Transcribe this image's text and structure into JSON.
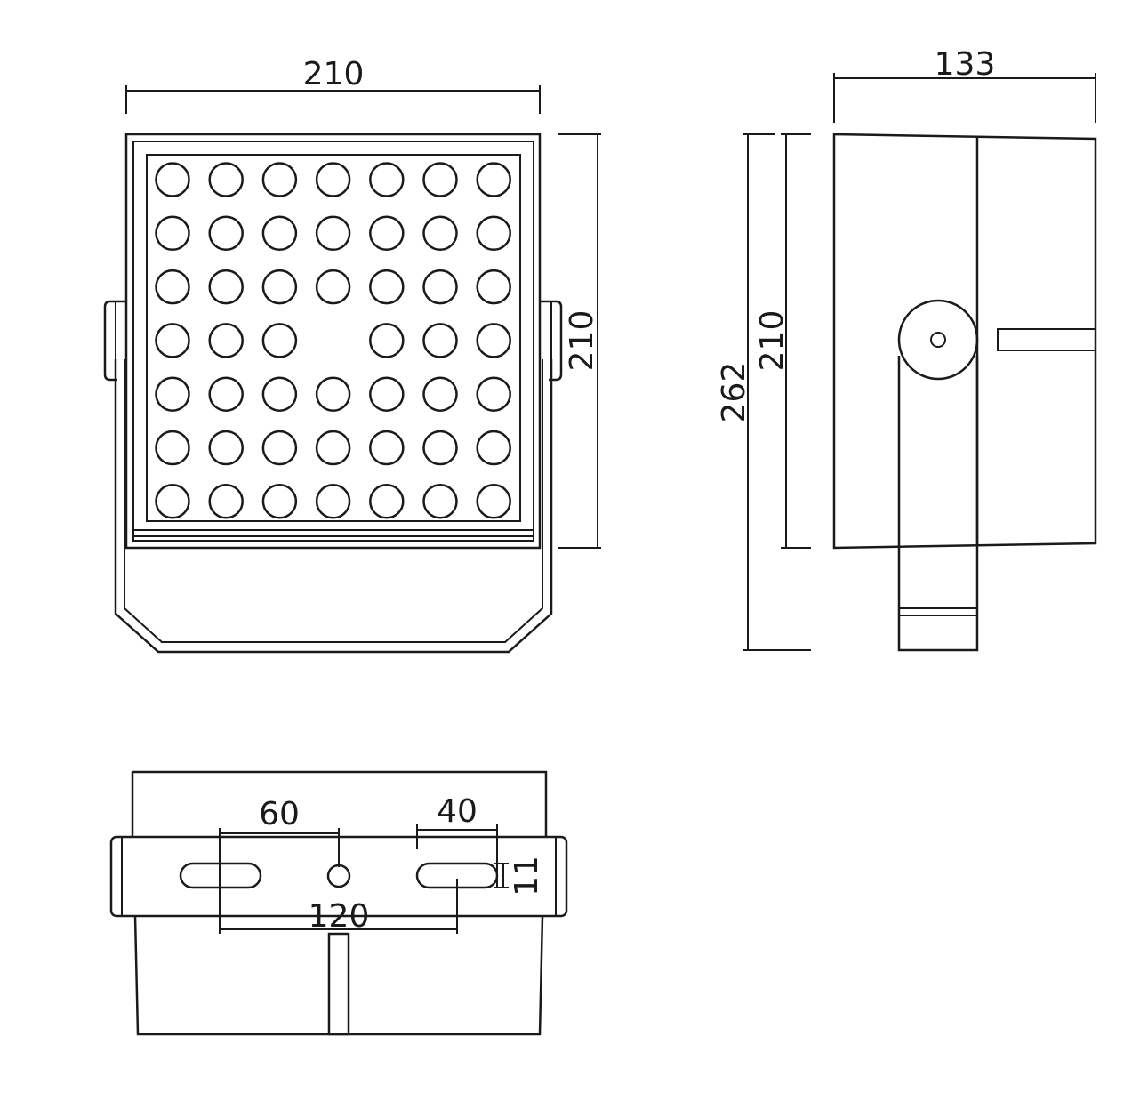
{
  "views": {
    "front": {
      "name": "front-view",
      "led_rows": 7,
      "led_cols": 7,
      "missing_leds": [
        [
          3,
          3
        ]
      ]
    },
    "side": {
      "name": "side-view"
    },
    "bottom": {
      "name": "bottom-view"
    }
  },
  "dimensions": {
    "front_width": "210",
    "front_height": "210",
    "side_depth": "133",
    "side_total_height": "262",
    "side_body_height": "210",
    "bottom_slot_offset": "60",
    "bottom_slot_length": "40",
    "bottom_slot_width": "11",
    "bottom_slot_spacing": "120"
  },
  "colors": {
    "line": "#1a1a1a",
    "background": "#ffffff"
  }
}
